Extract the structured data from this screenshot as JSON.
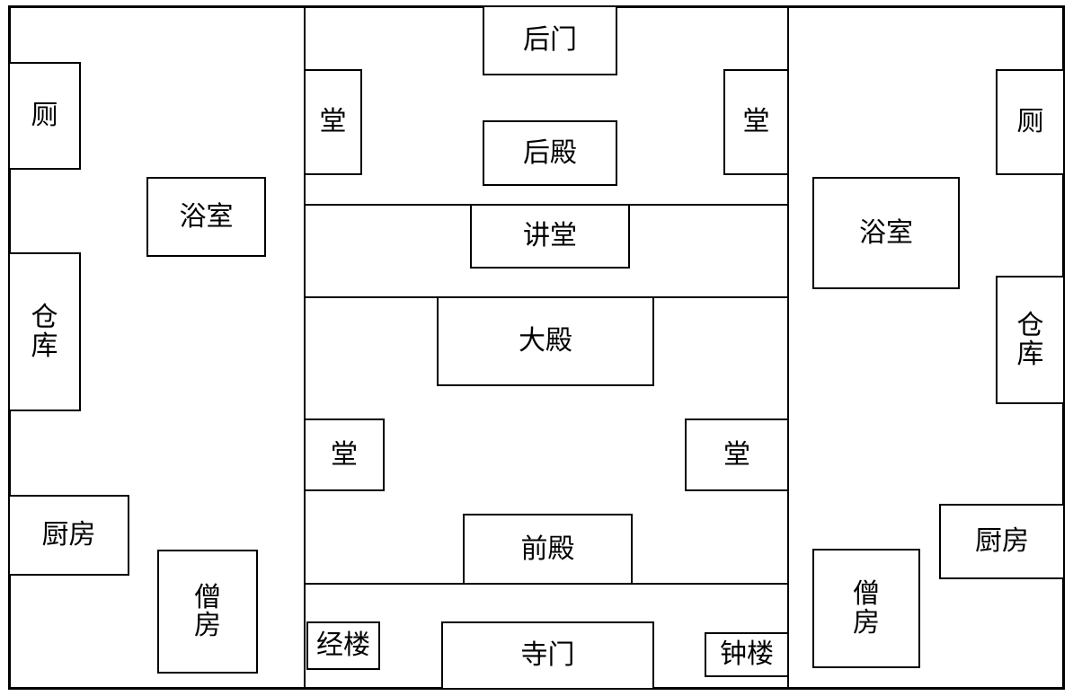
{
  "left_court": {
    "toilet": "厕",
    "bathroom": "浴室",
    "storehouse": [
      "仓",
      "库"
    ],
    "kitchen": "厨房",
    "monk_quarters": [
      "僧",
      "房"
    ]
  },
  "central_axis": {
    "back_gate": "后门",
    "rear_hall": "后殿",
    "side_hall_rear_left": "堂",
    "side_hall_rear_right": "堂",
    "lecture_hall": "讲堂",
    "main_hall": "大殿",
    "side_hall_front_left": "堂",
    "side_hall_front_right": "堂",
    "front_hall": "前殿",
    "sutra_tower": "经楼",
    "temple_gate": "寺门",
    "bell_tower": "钟楼"
  },
  "right_court": {
    "toilet": "厕",
    "bathroom": "浴室",
    "storehouse": [
      "仓",
      "库"
    ],
    "kitchen": "厨房",
    "monk_quarters": [
      "僧",
      "房"
    ]
  }
}
